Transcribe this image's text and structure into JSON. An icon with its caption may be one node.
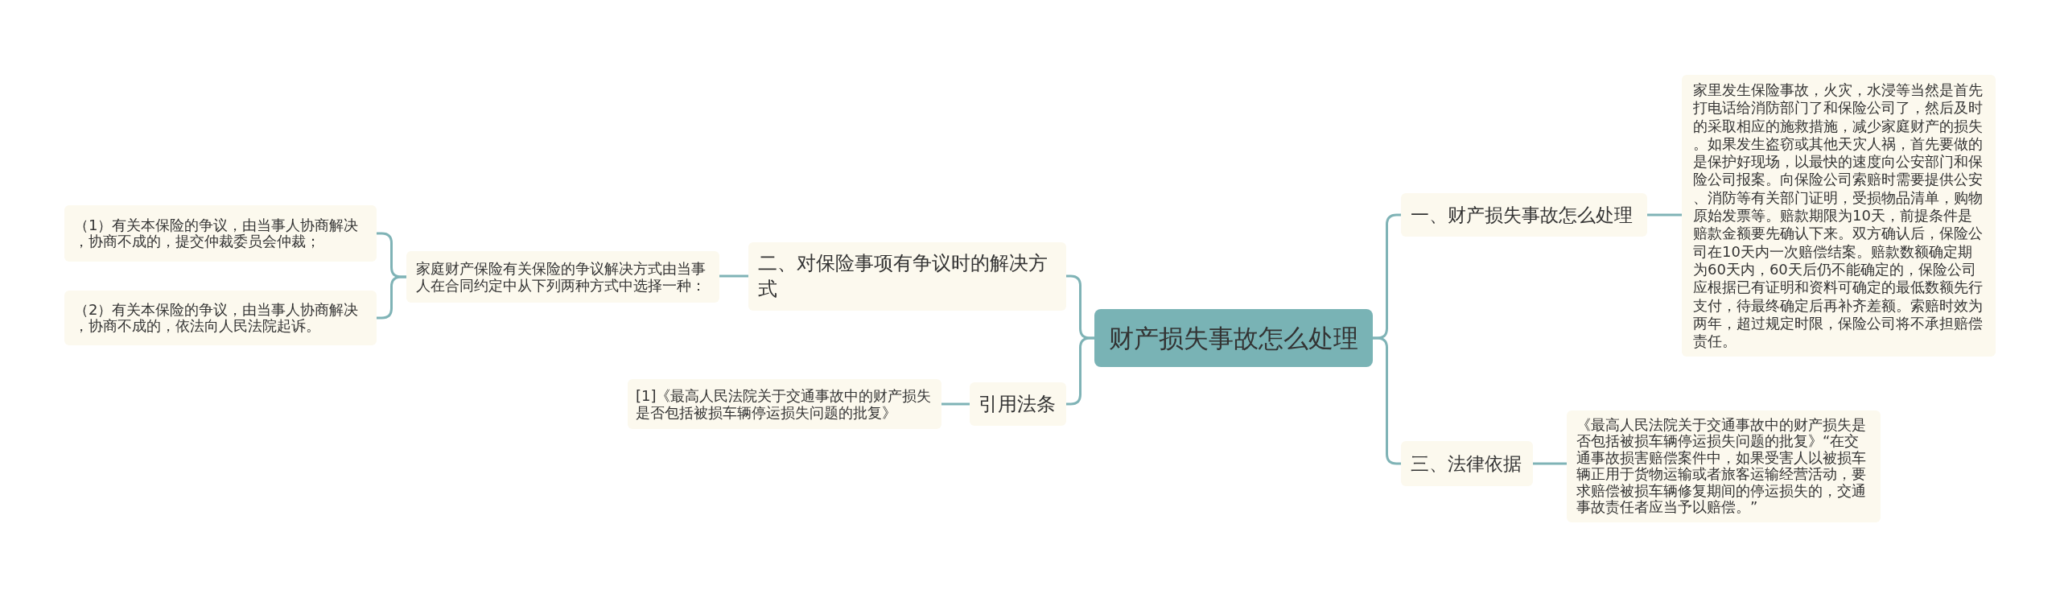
{
  "diagram": {
    "nodes": [
      {
        "text": [
          "财产损失事故怎么处理"
        ]
      },
      {
        "text": [
          "一、财产损失事故怎么处理"
        ]
      },
      {
        "text": [
          "家里发生保险事故，火灾，水浸等当然是首先打电话给消防部门了和保险公司了，然后及时的采取相应的施救措施，减少家庭财产的损失。如果发生盗窃或其他天灾人祸，首先要做的是保护好现场，以最快的速度向公安部门和保险公司报案。向保险公司索赔时需要提供公安、消防等有关部门证明，受损物品清单，购物原始发票等。赔款期限为10天，前提条件是赔款金额要先确认下来。双方确认后，保险公司在10天内一次赔偿结案。赔款数额确定期为60天内，60天后仍不能确定的，保险公司应根据已有证明和资料可确定的最低数额先行支付，待最终确定后再补齐差额。索赔时效为两年，超过规定时限，保险公司将不承担赔偿责任。"
        ]
      },
      {
        "text": [
          "二、对保险事项有争议时的解决方式"
        ]
      },
      {
        "text": [
          "家庭财产保险有关保险的争议解决方式由当事人在合同约定中从下列两种方式中选择一种："
        ]
      },
      {
        "text": [
          "（1）有关本保险的争议，由当事人协商解决，协商不成的，提交仲裁委员会仲裁；"
        ]
      },
      {
        "text": [
          "（2）有关本保险的争议，由当事人协商解决，协商不成的，依法向人民法院起诉。"
        ]
      },
      {
        "text": [
          "三、法律依据"
        ]
      },
      {
        "text": [
          "《最高人民法院关于交通事故中的财产损失是否包括被损车辆停运损失问题的批复》“在交通事故损害赔偿案件中，如果受害人以被损车辆正用于货物运输或者旅客运输经营活动，要求赔偿被损车辆修复期间的停运损失的，交通事故责任者应当予以赔偿。”"
        ]
      },
      {
        "text": [
          "引用法条"
        ]
      },
      {
        "text": [
          "[1]《最高人民法院关于交通事故中的财产损失是否包括被损车辆停运损失问题的批复》"
        ]
      }
    ],
    "edges": [
      {
        "from": 0,
        "to": 1,
        "arrow": "none"
      },
      {
        "from": 1,
        "to": 2,
        "arrow": "none"
      },
      {
        "from": 0,
        "to": 3,
        "arrow": "none"
      },
      {
        "from": 3,
        "to": 4,
        "arrow": "none"
      },
      {
        "from": 4,
        "to": 5,
        "arrow": "none"
      },
      {
        "from": 4,
        "to": 6,
        "arrow": "none"
      },
      {
        "from": 0,
        "to": 7,
        "arrow": "none"
      },
      {
        "from": 7,
        "to": 8,
        "arrow": "none"
      },
      {
        "from": 0,
        "to": 9,
        "arrow": "none"
      },
      {
        "from": 9,
        "to": 10,
        "arrow": "none"
      }
    ]
  }
}
